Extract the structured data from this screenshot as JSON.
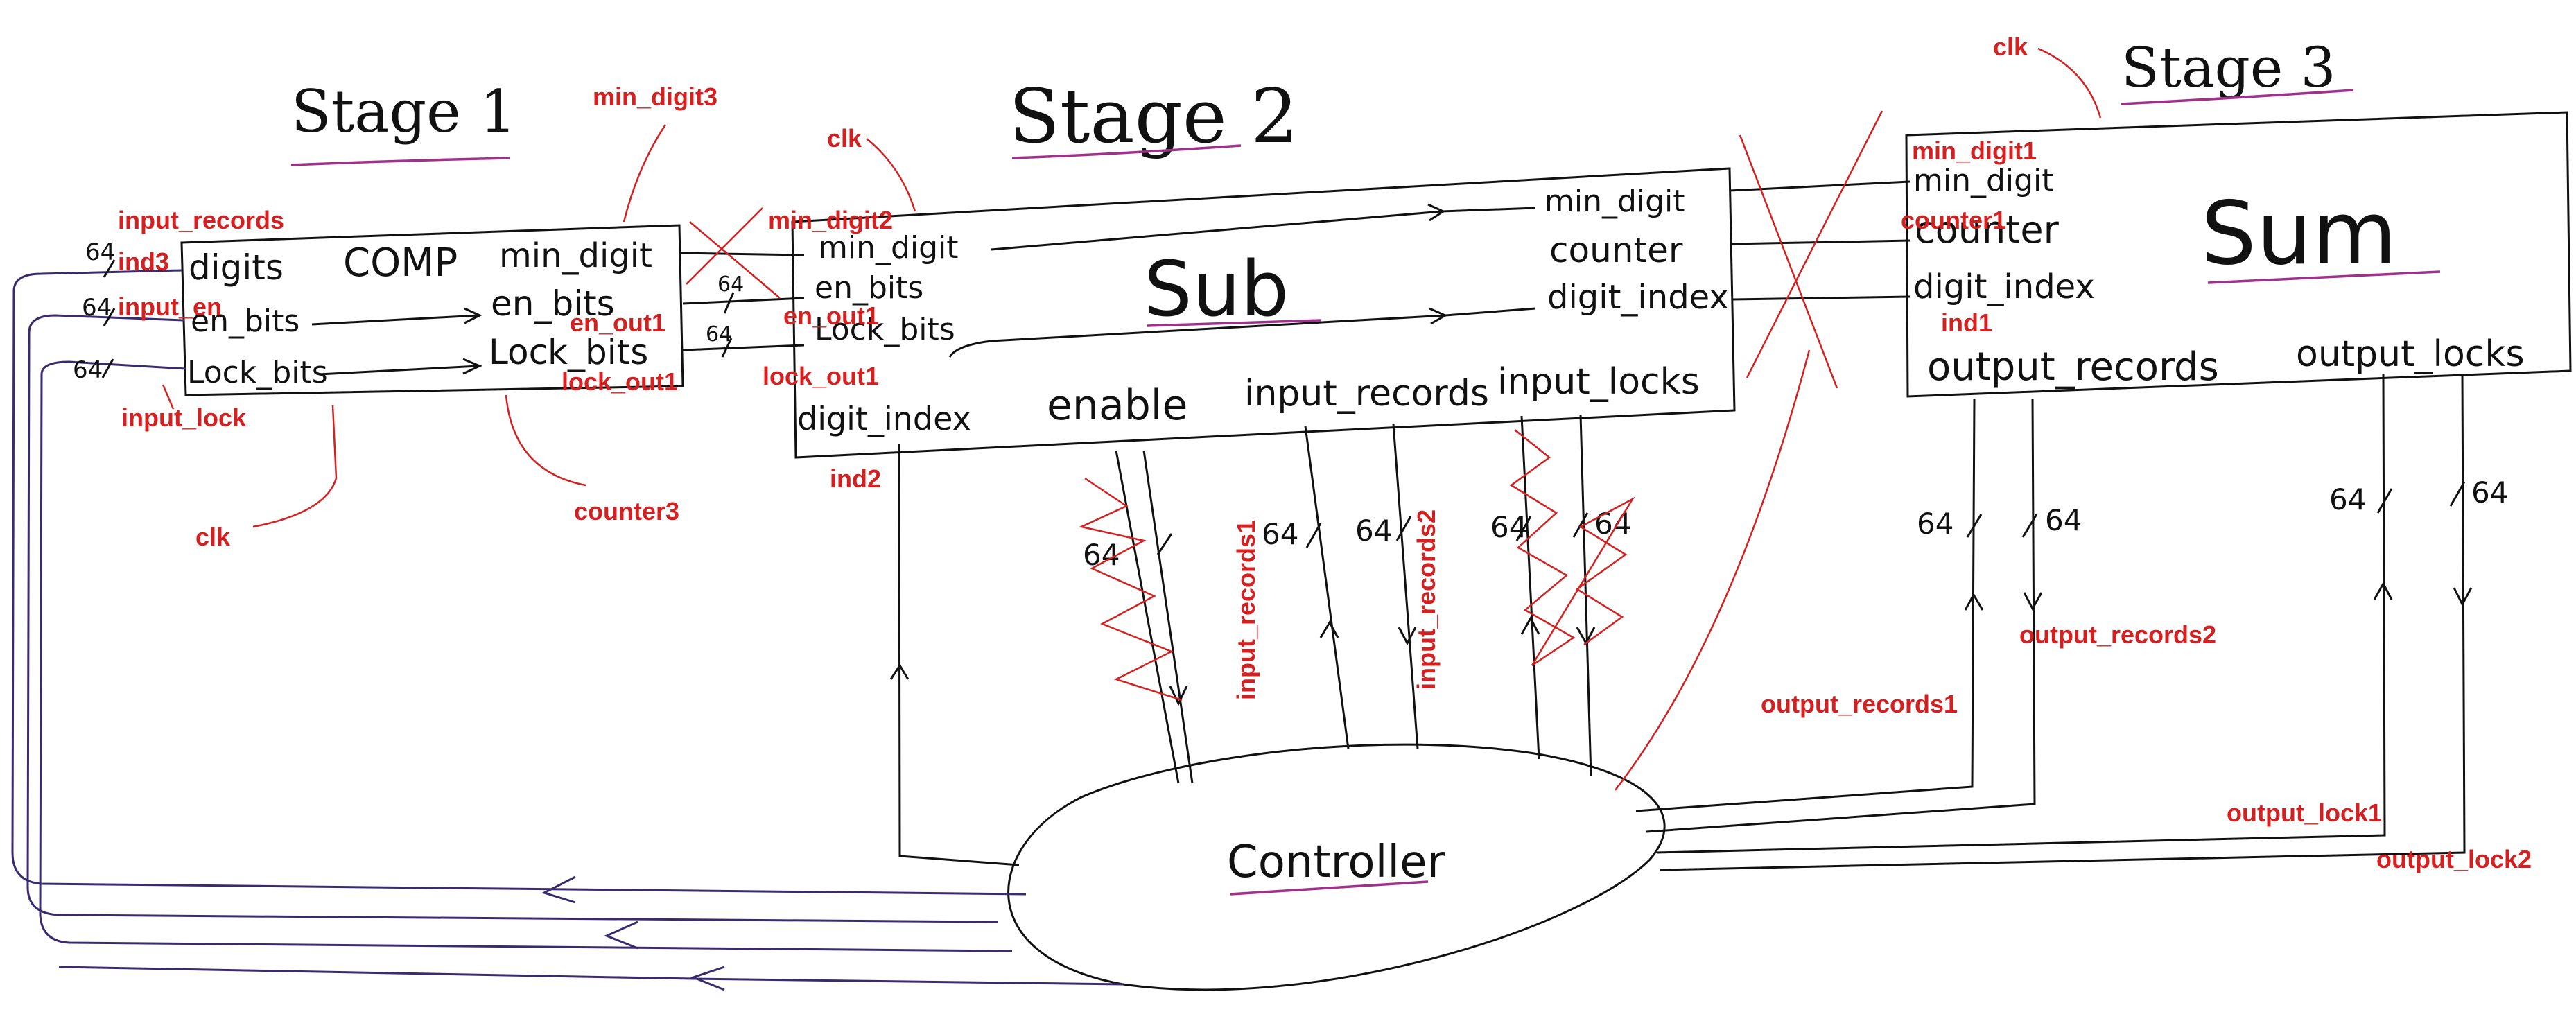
{
  "stages": {
    "stage1": "Stage 1",
    "stage2": "Stage 2",
    "stage3": "Stage 3"
  },
  "blocks": {
    "comp": {
      "name": "COMP",
      "left_ports": [
        "digits",
        "en_bits",
        "Lock_bits"
      ],
      "right_ports": [
        "min_digit",
        "en_bits",
        "Lock_bits"
      ]
    },
    "sub": {
      "name": "Sub",
      "left_ports": [
        "min_digit",
        "en_bits",
        "Lock_bits"
      ],
      "right_ports": [
        "min_digit",
        "counter",
        "digit_index"
      ],
      "bottom_ports": [
        "digit_index",
        "enable",
        "input_records",
        "input_locks"
      ]
    },
    "sum": {
      "name": "Sum",
      "left_ports": [
        "min_digit",
        "counter",
        "digit_index"
      ],
      "bottom_ports": [
        "output_records",
        "output_locks"
      ]
    },
    "controller": {
      "name": "Controller"
    }
  },
  "bus_widths": {
    "comp_in_top": "64",
    "comp_in_mid": "64",
    "comp_in_bot": "64",
    "comp_sub_en": "64",
    "comp_sub_lock": "64",
    "enable_bus": "64",
    "input_records_1": "64",
    "input_records_2": "64",
    "input_locks_1": "64",
    "input_locks_2": "64",
    "output_records_1": "64",
    "output_records_2": "64",
    "output_locks_1": "64",
    "output_locks_2": "64"
  },
  "annotations": {
    "min_digit3": "min_digit3",
    "input_records": "input_records",
    "ind3": "ind3",
    "input_en": "input_en",
    "input_lock": "input_lock",
    "clk_stage1": "clk",
    "counter3": "counter3",
    "clk_stage2": "clk",
    "min_digit2": "min_digit2",
    "en_out1_a": "en_out1",
    "en_out1_b": "en_out1",
    "lock_out1_a": "lock_out1",
    "lock_out1_b": "lock_out1",
    "ind2": "ind2",
    "input_records1": "input_records1",
    "input_records2": "input_records2",
    "clk_stage3": "clk",
    "min_digit1": "min_digit1",
    "counter1": "counter1",
    "ind1": "ind1",
    "output_records1": "output_records1",
    "output_records2": "output_records2",
    "output_lock1": "output_lock1",
    "output_lock2": "output_lock2"
  },
  "colors": {
    "ink": "#111111",
    "annotation": "#d42020",
    "underline": "#a0308c",
    "feedback_wire": "#3a2a6e"
  }
}
